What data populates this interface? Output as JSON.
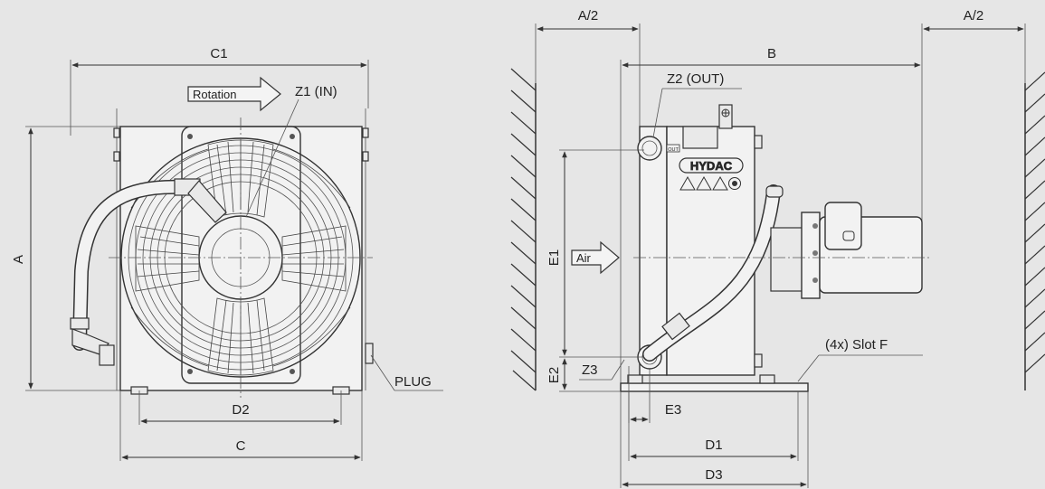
{
  "labels": {
    "A": "A",
    "A_half": "A/2",
    "B": "B",
    "C": "C",
    "C1": "C1",
    "D1": "D1",
    "D2": "D2",
    "D3": "D3",
    "E1": "E1",
    "E2": "E2",
    "E3": "E3",
    "Z1": "Z1 (IN)",
    "Z2": "Z2 (OUT)",
    "Z3": "Z3",
    "rotation": "Rotation",
    "air": "Air",
    "plug": "PLUG",
    "slot": "(4x) Slot F",
    "brand": "HYDAC",
    "out_tag": "OUT"
  },
  "colors": {
    "background": "#e6e6e6",
    "line": "#333333",
    "part_fill": "#f2f2f2"
  },
  "icons": [
    "rotation-arrow-icon",
    "air-flow-arrow-icon",
    "warning-symbols-icon",
    "ground-symbol-icon"
  ]
}
